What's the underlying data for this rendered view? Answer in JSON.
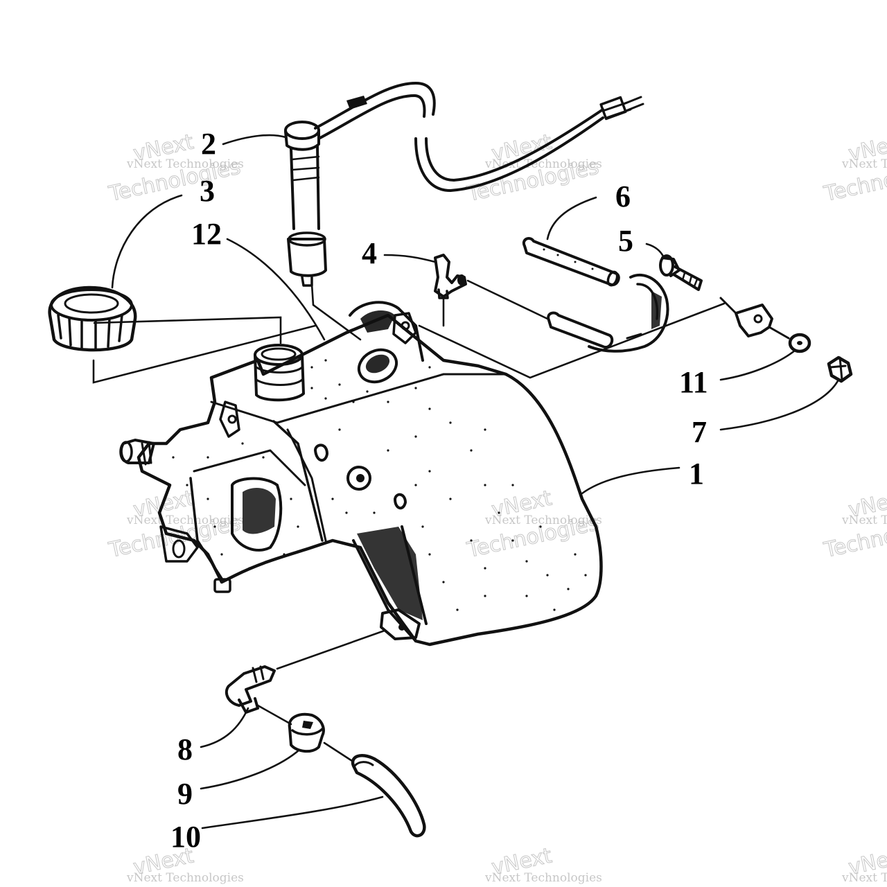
{
  "watermark": {
    "line1": "vNext Technologies",
    "line2a": "vNext",
    "line2b": "Technologies"
  },
  "callouts": [
    {
      "id": "1",
      "label": "1"
    },
    {
      "id": "2",
      "label": "2"
    },
    {
      "id": "3",
      "label": "3"
    },
    {
      "id": "4",
      "label": "4"
    },
    {
      "id": "5",
      "label": "5"
    },
    {
      "id": "6",
      "label": "6"
    },
    {
      "id": "7",
      "label": "7"
    },
    {
      "id": "8",
      "label": "8"
    },
    {
      "id": "9",
      "label": "9"
    },
    {
      "id": "10",
      "label": "10"
    },
    {
      "id": "11",
      "label": "11"
    },
    {
      "id": "12",
      "label": "12"
    }
  ],
  "colors": {
    "ink": "#111111",
    "background": "#ffffff",
    "watermark": "#a8a8a8"
  }
}
